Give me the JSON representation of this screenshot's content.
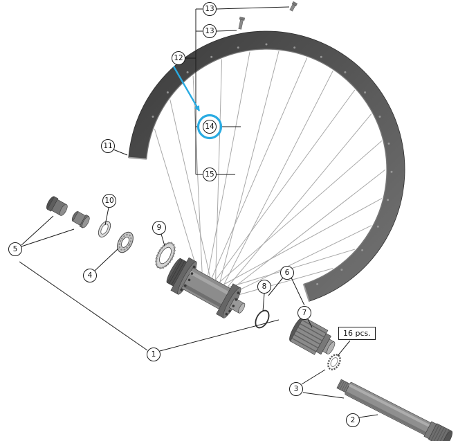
{
  "diagram": {
    "type": "exploded-parts-diagram",
    "subject": "bicycle-wheel-hub-assembly",
    "qty_label": "16 pcs.",
    "highlight": {
      "target_callout": "14",
      "color": "#29abe2"
    },
    "callouts": [
      {
        "id": "13-top",
        "label": "13"
      },
      {
        "id": "13-mid",
        "label": "13"
      },
      {
        "id": "12",
        "label": "12"
      },
      {
        "id": "14",
        "label": "14",
        "highlighted": true
      },
      {
        "id": "11",
        "label": "11"
      },
      {
        "id": "15",
        "label": "15"
      },
      {
        "id": "10",
        "label": "10"
      },
      {
        "id": "9",
        "label": "9"
      },
      {
        "id": "5",
        "label": "5"
      },
      {
        "id": "4",
        "label": "4"
      },
      {
        "id": "8",
        "label": "8"
      },
      {
        "id": "6",
        "label": "6"
      },
      {
        "id": "7",
        "label": "7"
      },
      {
        "id": "1",
        "label": "1"
      },
      {
        "id": "3",
        "label": "3"
      },
      {
        "id": "2",
        "label": "2"
      }
    ]
  }
}
